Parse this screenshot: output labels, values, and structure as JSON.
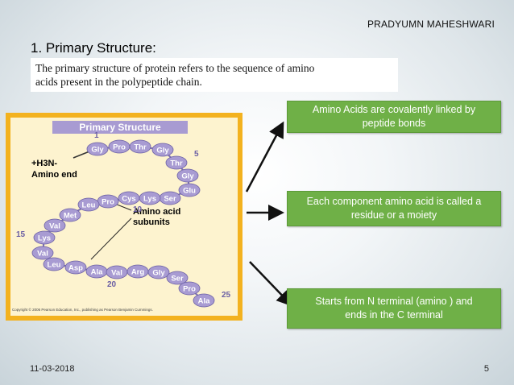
{
  "header": {
    "author": "PRADYUMN MAHESHWARI",
    "title": "1. Primary Structure:"
  },
  "definition": {
    "line1": "The primary structure of protein refers to the sequence of amino",
    "line2": "acids present in the polypeptide chain."
  },
  "figure": {
    "banner": "Primary Structure",
    "n_terminal": "+H3N-",
    "amino_end": "Amino end",
    "subunits_line1": "Amino acid",
    "subunits_line2": "subunits",
    "copyright": "Copyright © 2006 Pearson Education, Inc., publishing as Pearson Benjamin Cummings.",
    "numbers": [
      "1",
      "5",
      "10",
      "15",
      "20",
      "25"
    ],
    "residues": [
      "Gly",
      "Pro",
      "Thr",
      "Gly",
      "Thr",
      "Gly",
      "Glu",
      "Ser",
      "Lys",
      "Cys",
      "Pro",
      "Leu",
      "Met",
      "Val",
      "Lys",
      "Val",
      "Leu",
      "Asp",
      "Ala",
      "Val",
      "Arg",
      "Gly",
      "Ser",
      "Pro",
      "Ala"
    ],
    "colors": {
      "frame": "#f3b21f",
      "bead": "#a89bd2",
      "banner": "#a89bd2"
    }
  },
  "callouts": [
    {
      "line1": "Amino Acids are covalently linked by",
      "line2": "peptide bonds"
    },
    {
      "line1": "Each component amino acid is called a",
      "line2": "residue or a moiety"
    },
    {
      "line1": "Starts from N terminal (amino ) and",
      "line2": "ends in the C terminal"
    }
  ],
  "footer": {
    "date": "11-03-2018",
    "page": "5"
  },
  "theme": {
    "callout_green": "#6fb047"
  }
}
